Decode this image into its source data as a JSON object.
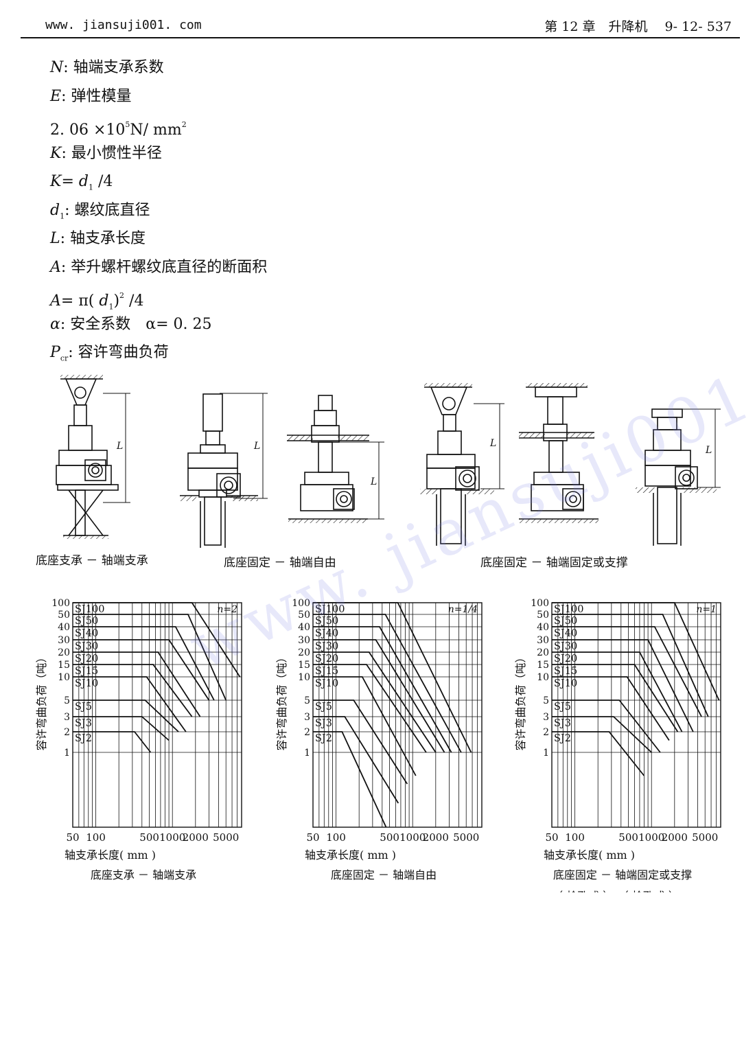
{
  "header": {
    "site": "www. jiansuji001. com",
    "chapter": "第 12 章　升降机　 9- 12- 537"
  },
  "definitions": {
    "n_label": "N",
    "n_desc": ": 轴端支承系数",
    "e_label": "E",
    "e_desc": ": 弹性模量",
    "e_value_a": "2. 06 ×10",
    "e_value_sup": "5",
    "e_value_b": "N/ mm",
    "e_value_sup2": "2",
    "k_label": "K",
    "k_desc": ": 最小惯性半径",
    "k_formula_a": "K",
    "k_formula_b": "= ",
    "k_formula_c": "d",
    "k_formula_sub": "1",
    "k_formula_d": " /4",
    "d_label": "d",
    "d_sub": "1",
    "d_desc": ": 螺纹底直径",
    "l_label": "L",
    "l_desc": ": 轴支承长度",
    "a_label": "A",
    "a_desc": ": 举升螺杆螺纹底直径的断面积",
    "a_formula_a": "A",
    "a_formula_b": "= π( ",
    "a_formula_c": "d",
    "a_formula_sub": "1",
    "a_formula_d": ")",
    "a_formula_sup": "2",
    "a_formula_e": " /4",
    "alpha_label": "α",
    "alpha_desc": ": 安全系数　",
    "alpha_value": "α= 0. 25",
    "p_label": "P",
    "p_sub": "cr",
    "p_desc": ": 容许弯曲负荷"
  },
  "figure_captions": {
    "fig1": "底座支承 － 轴端支承",
    "fig2": "底座固定 － 轴端自由",
    "fig3": "底座固定 － 轴端固定或支撑"
  },
  "dimension_label": "L",
  "watermark": "www. jiansuji001. com",
  "chart_data": [
    {
      "type": "line",
      "scale": "log-log",
      "n_label": "n=2",
      "ylabel": "容许弯曲负荷（吨）",
      "xlabel": "轴支承长度( mm )",
      "caption": "底座支承 － 轴端支承",
      "ytick_labels": [
        "100",
        "50",
        "40",
        "30",
        "20",
        "15",
        "10",
        "5",
        "3",
        "2",
        "1"
      ],
      "xtick_labels": [
        "50",
        "100",
        "500",
        "1000",
        "2000",
        "5000"
      ],
      "xlim": [
        50,
        8000
      ],
      "ylim": [
        0.1,
        100
      ],
      "series": [
        {
          "name": "SJ100",
          "points": [
            [
              50,
              100
            ],
            [
              1800,
              100
            ],
            [
              7600,
              10
            ]
          ]
        },
        {
          "name": "SJ50",
          "points": [
            [
              50,
              50
            ],
            [
              1600,
              50
            ],
            [
              5000,
              5
            ]
          ]
        },
        {
          "name": "SJ40",
          "points": [
            [
              50,
              40
            ],
            [
              1100,
              40
            ],
            [
              3500,
              5
            ]
          ]
        },
        {
          "name": "SJ30",
          "points": [
            [
              50,
              30
            ],
            [
              900,
              30
            ],
            [
              3000,
              5
            ]
          ]
        },
        {
          "name": "SJ20",
          "points": [
            [
              50,
              20
            ],
            [
              650,
              20
            ],
            [
              2300,
              3
            ]
          ]
        },
        {
          "name": "SJ15",
          "points": [
            [
              50,
              15
            ],
            [
              560,
              15
            ],
            [
              1800,
              3
            ]
          ]
        },
        {
          "name": "SJ10",
          "points": [
            [
              50,
              10
            ],
            [
              460,
              10
            ],
            [
              1500,
              2
            ]
          ]
        },
        {
          "name": "SJ5",
          "points": [
            [
              50,
              5
            ],
            [
              440,
              5
            ],
            [
              1200,
              2
            ]
          ]
        },
        {
          "name": "SJ3",
          "points": [
            [
              50,
              3
            ],
            [
              400,
              3
            ],
            [
              900,
              1.5
            ]
          ]
        },
        {
          "name": "SJ2",
          "points": [
            [
              50,
              2
            ],
            [
              320,
              2
            ],
            [
              520,
              1
            ]
          ]
        }
      ]
    },
    {
      "type": "line",
      "scale": "log-log",
      "n_label": "n=1/4",
      "ylabel": "容许弯曲负荷（吨）",
      "xlabel": "轴支承长度( mm )",
      "caption": "底座固定 － 轴端自由",
      "ytick_labels": [
        "100",
        "50",
        "40",
        "30",
        "20",
        "15",
        "10",
        "5",
        "3",
        "2",
        "1"
      ],
      "xtick_labels": [
        "50",
        "100",
        "500",
        "1000",
        "2000",
        "5000"
      ],
      "xlim": [
        50,
        8000
      ],
      "ylim": [
        0.1,
        100
      ],
      "series": [
        {
          "name": "SJ100",
          "points": [
            [
              50,
              100
            ],
            [
              640,
              100
            ],
            [
              5800,
              1
            ]
          ]
        },
        {
          "name": "SJ50",
          "points": [
            [
              50,
              50
            ],
            [
              440,
              50
            ],
            [
              4300,
              1
            ]
          ]
        },
        {
          "name": "SJ40",
          "points": [
            [
              50,
              40
            ],
            [
              370,
              40
            ],
            [
              3200,
              1
            ]
          ]
        },
        {
          "name": "SJ30",
          "points": [
            [
              50,
              30
            ],
            [
              330,
              30
            ],
            [
              2600,
              1
            ]
          ]
        },
        {
          "name": "SJ20",
          "points": [
            [
              50,
              20
            ],
            [
              270,
              20
            ],
            [
              2000,
              1
            ]
          ]
        },
        {
          "name": "SJ15",
          "points": [
            [
              50,
              15
            ],
            [
              250,
              15
            ],
            [
              1500,
              1
            ]
          ]
        },
        {
          "name": "SJ10",
          "points": [
            [
              50,
              10
            ],
            [
              220,
              10
            ],
            [
              1100,
              0.5
            ]
          ]
        },
        {
          "name": "SJ5",
          "points": [
            [
              50,
              5
            ],
            [
              170,
              5
            ],
            [
              850,
              0.4
            ]
          ]
        },
        {
          "name": "SJ3",
          "points": [
            [
              50,
              3
            ],
            [
              130,
              3
            ],
            [
              650,
              0.25
            ]
          ]
        },
        {
          "name": "SJ2",
          "points": [
            [
              50,
              2
            ],
            [
              120,
              2
            ],
            [
              450,
              0.1
            ]
          ]
        }
      ]
    },
    {
      "type": "line",
      "scale": "log-log",
      "n_label": "n=1",
      "ylabel": "容许弯曲负荷（吨）",
      "xlabel": "轴支承长度( mm )",
      "caption": "底座固定 － 轴端固定或支撑",
      "caption2": "（ 栓孔式 ）-（ 栓孔式 ）",
      "ytick_labels": [
        "100",
        "50",
        "40",
        "30",
        "20",
        "15",
        "10",
        "5",
        "3",
        "2",
        "1"
      ],
      "xtick_labels": [
        "50",
        "100",
        "500",
        "1000",
        "2000",
        "5000"
      ],
      "xlim": [
        50,
        8000
      ],
      "ylim": [
        0.1,
        100
      ],
      "series": [
        {
          "name": "SJ100",
          "points": [
            [
              50,
              100
            ],
            [
              2000,
              100
            ],
            [
              7600,
              5
            ]
          ]
        },
        {
          "name": "SJ50",
          "points": [
            [
              50,
              50
            ],
            [
              1400,
              50
            ],
            [
              5500,
              3
            ]
          ]
        },
        {
          "name": "SJ40",
          "points": [
            [
              50,
              40
            ],
            [
              1100,
              40
            ],
            [
              4500,
              3
            ]
          ]
        },
        {
          "name": "SJ30",
          "points": [
            [
              50,
              30
            ],
            [
              900,
              30
            ],
            [
              3500,
              2
            ]
          ]
        },
        {
          "name": "SJ20",
          "points": [
            [
              50,
              20
            ],
            [
              700,
              20
            ],
            [
              2500,
              2
            ]
          ]
        },
        {
          "name": "SJ15",
          "points": [
            [
              50,
              15
            ],
            [
              600,
              15
            ],
            [
              2200,
              2
            ]
          ]
        },
        {
          "name": "SJ10",
          "points": [
            [
              50,
              10
            ],
            [
              480,
              10
            ],
            [
              1700,
              1.5
            ]
          ]
        },
        {
          "name": "SJ5",
          "points": [
            [
              50,
              5
            ],
            [
              380,
              5
            ],
            [
              1300,
              1
            ]
          ]
        },
        {
          "name": "SJ3",
          "points": [
            [
              50,
              3
            ],
            [
              320,
              3
            ],
            [
              1000,
              1
            ]
          ]
        },
        {
          "name": "SJ2",
          "points": [
            [
              50,
              2
            ],
            [
              280,
              2
            ],
            [
              800,
              0.5
            ]
          ]
        }
      ]
    }
  ]
}
